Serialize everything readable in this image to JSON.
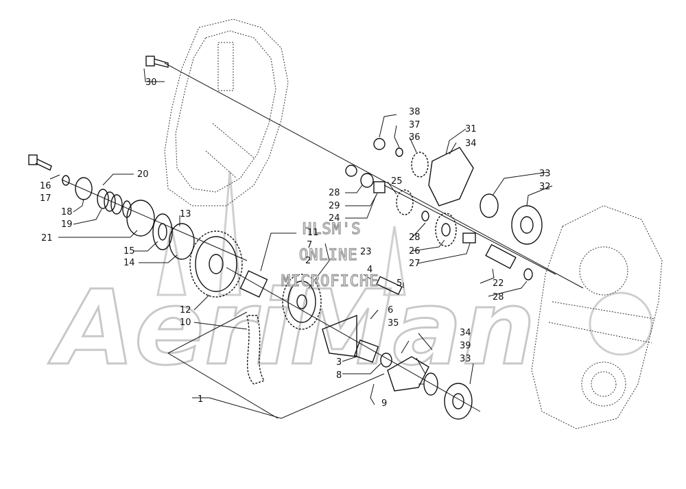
{
  "watermark": {
    "logo": "AeriMan",
    "lines": [
      "HLSM'S",
      "ONLINE",
      "MICROFICHE"
    ]
  },
  "callouts": {
    "c1": "1",
    "c2": "2",
    "c3": "3",
    "c4": "4",
    "c5": "5",
    "c6": "6",
    "c7": "7",
    "c8": "8",
    "c9": "9",
    "c10": "10",
    "c11": "11",
    "c12": "12",
    "c13": "13",
    "c14": "14",
    "c15": "15",
    "c16": "16",
    "c17": "17",
    "c18": "18",
    "c19": "19",
    "c20": "20",
    "c21": "21",
    "c22": "22",
    "c23": "23",
    "c24": "24",
    "c25": "25",
    "c26": "26",
    "c27": "27",
    "c28a": "28",
    "c28b": "28",
    "c28c": "28",
    "c29": "29",
    "c30": "30",
    "c31": "31",
    "c32": "32",
    "c33a": "33",
    "c33b": "33",
    "c34a": "34",
    "c34b": "34",
    "c35": "35",
    "c36": "36",
    "c37": "37",
    "c38": "38",
    "c39": "39"
  }
}
